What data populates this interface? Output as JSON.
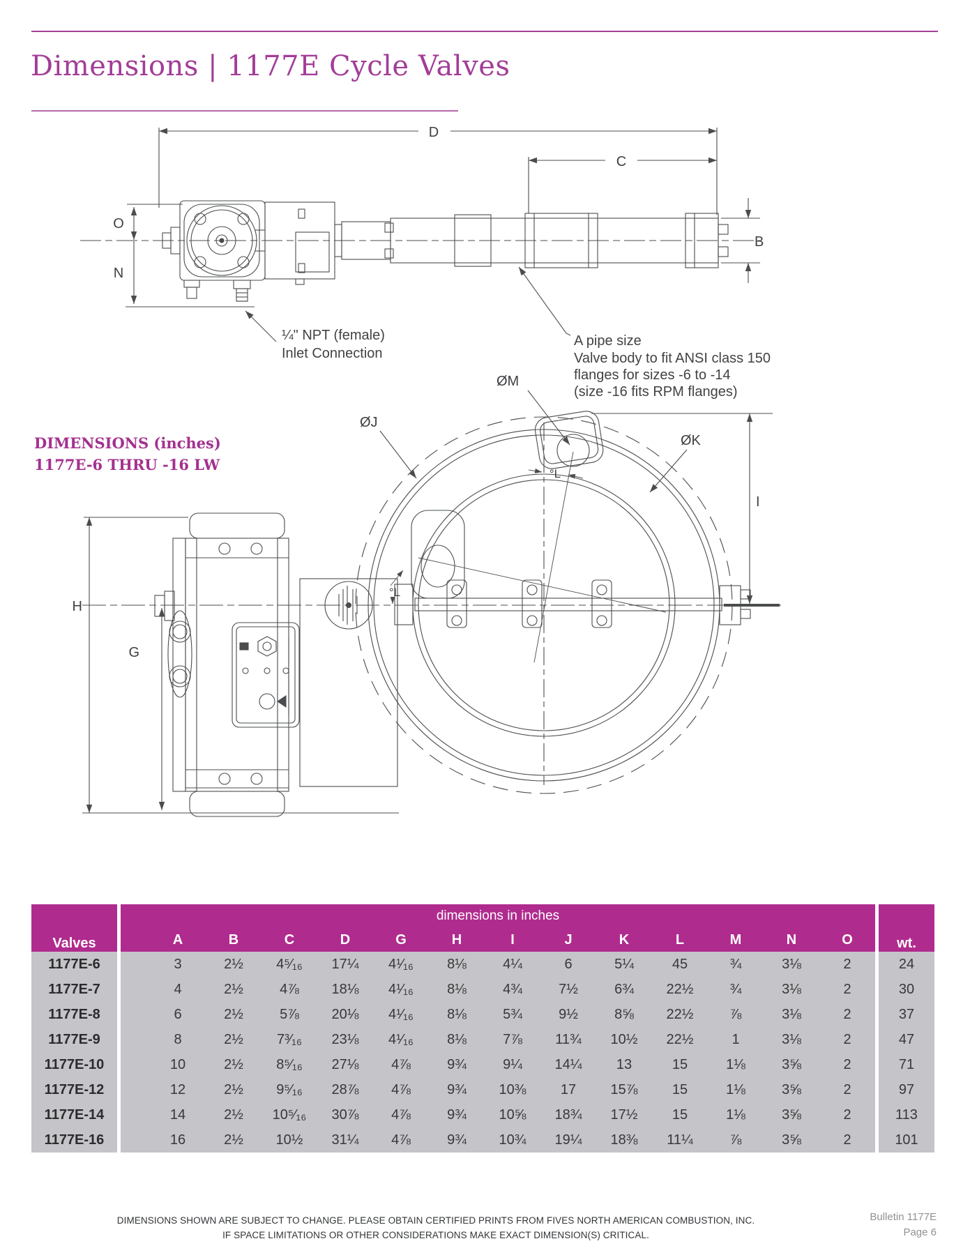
{
  "page": {
    "title": "Dimensions | 1177E Cycle Valves",
    "accent_color": "#a23d97",
    "table_header_color": "#b02b8e",
    "table_body_color": "#c5c4c8"
  },
  "subhead": {
    "line1": "DIMENSIONS (inches)",
    "line2": "1177E-6 THRU -16 LW"
  },
  "drawings": {
    "side_view": {
      "dim_labels": {
        "d": "D",
        "c": "C",
        "o": "O",
        "n": "N",
        "b": "B"
      },
      "inlet_note": [
        "¼\" NPT (female)",
        "Inlet Connection"
      ],
      "pipe_note": [
        "A pipe size",
        "Valve body to fit ANSI class 150",
        "flanges for sizes -6 to -14",
        "(size -16 fits RPM flanges)"
      ]
    },
    "front_view": {
      "dim_labels": {
        "oj": "ØJ",
        "om": "ØM",
        "ok": "ØK",
        "i": "I",
        "h": "H",
        "g": "G",
        "l_top": "°L",
        "l_left": "°L"
      }
    }
  },
  "table": {
    "band_title": "dimensions in inches",
    "first_col_header": "Valves",
    "columns": [
      "A",
      "B",
      "C",
      "D",
      "G",
      "H",
      "I",
      "J",
      "K",
      "L",
      "M",
      "N",
      "O"
    ],
    "last_col_header": "wt.",
    "rows": [
      {
        "valve": "1177E-6",
        "values": [
          "3",
          "2½",
          "4⁵⁄₁₆",
          "17¼",
          "4¹⁄₁₆",
          "8⅛",
          "4¼",
          "6",
          "5¼",
          "45",
          "¾",
          "3⅛",
          "2"
        ],
        "wt": "24"
      },
      {
        "valve": "1177E-7",
        "values": [
          "4",
          "2½",
          "4⅞",
          "18⅛",
          "4¹⁄₁₆",
          "8⅛",
          "4¾",
          "7½",
          "6¾",
          "22½",
          "¾",
          "3⅛",
          "2"
        ],
        "wt": "30"
      },
      {
        "valve": "1177E-8",
        "values": [
          "6",
          "2½",
          "5⅞",
          "20⅛",
          "4¹⁄₁₆",
          "8⅛",
          "5¾",
          "9½",
          "8⅝",
          "22½",
          "⅞",
          "3⅛",
          "2"
        ],
        "wt": "37"
      },
      {
        "valve": "1177E-9",
        "values": [
          "8",
          "2½",
          "7³⁄₁₆",
          "23⅛",
          "4¹⁄₁₆",
          "8⅛",
          "7⅞",
          "11¾",
          "10½",
          "22½",
          "1",
          "3⅛",
          "2"
        ],
        "wt": "47"
      },
      {
        "valve": "1177E-10",
        "values": [
          "10",
          "2½",
          "8⁵⁄₁₆",
          "27⅛",
          "4⅞",
          "9¾",
          "9¼",
          "14¼",
          "13",
          "15",
          "1⅛",
          "3⅝",
          "2"
        ],
        "wt": "71"
      },
      {
        "valve": "1177E-12",
        "values": [
          "12",
          "2½",
          "9⁵⁄₁₆",
          "28⅞",
          "4⅞",
          "9¾",
          "10⅜",
          "17",
          "15⅞",
          "15",
          "1⅛",
          "3⅝",
          "2"
        ],
        "wt": "97"
      },
      {
        "valve": "1177E-14",
        "values": [
          "14",
          "2½",
          "10⁵⁄₁₆",
          "30⅞",
          "4⅞",
          "9¾",
          "10⅝",
          "18¾",
          "17½",
          "15",
          "1⅛",
          "3⅝",
          "2"
        ],
        "wt": "113"
      },
      {
        "valve": "1177E-16",
        "values": [
          "16",
          "2½",
          "10½",
          "31¼",
          "4⅞",
          "9¾",
          "10¾",
          "19¼",
          "18⅜",
          "11¼",
          "⅞",
          "3⅝",
          "2"
        ],
        "wt": "101"
      }
    ]
  },
  "footer": {
    "notice_line1": "DIMENSIONS SHOWN ARE SUBJECT TO CHANGE. PLEASE OBTAIN CERTIFIED PRINTS FROM FIVES NORTH AMERICAN COMBUSTION, INC.",
    "notice_line2": "IF SPACE LIMITATIONS OR OTHER CONSIDERATIONS MAKE EXACT DIMENSION(S) CRITICAL.",
    "bulletin": "Bulletin 1177E",
    "page": "Page 6"
  }
}
